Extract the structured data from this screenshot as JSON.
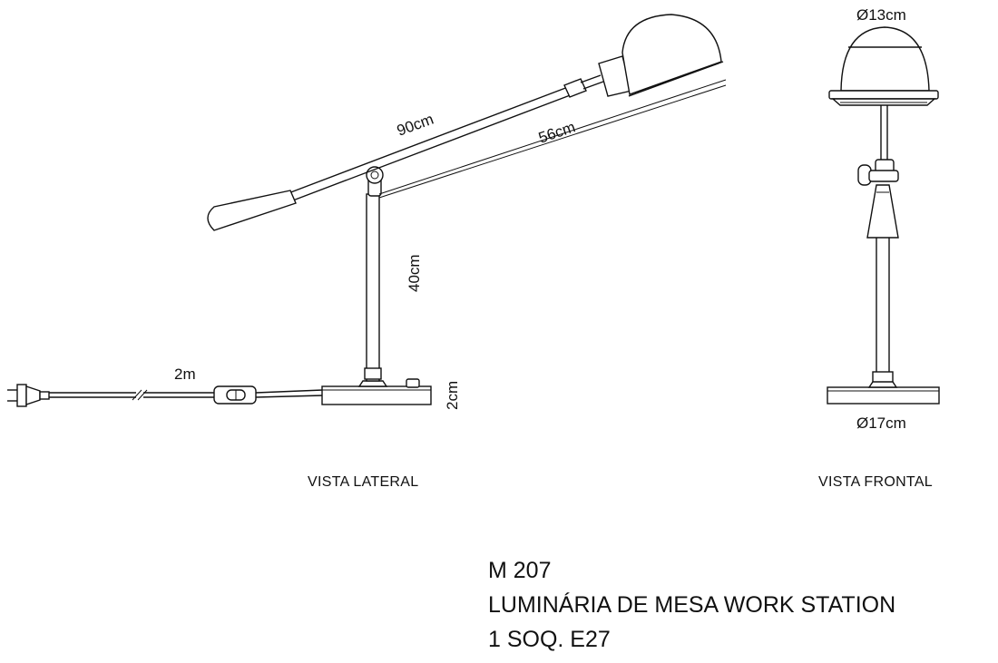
{
  "side_view": {
    "label": "VISTA LATERAL",
    "dim_arm": "90cm",
    "dim_reach": "56cm",
    "dim_height": "40cm",
    "dim_cable": "2m",
    "dim_base_h": "2cm"
  },
  "front_view": {
    "label": "VISTA FRONTAL",
    "dim_shade": "Ø13cm",
    "dim_base": "Ø17cm"
  },
  "title": {
    "code": "M 207",
    "name": "LUMINÁRIA DE MESA WORK STATION",
    "socket": "1 SOQ. E27"
  },
  "colors": {
    "line": "#111111",
    "background": "#ffffff"
  }
}
